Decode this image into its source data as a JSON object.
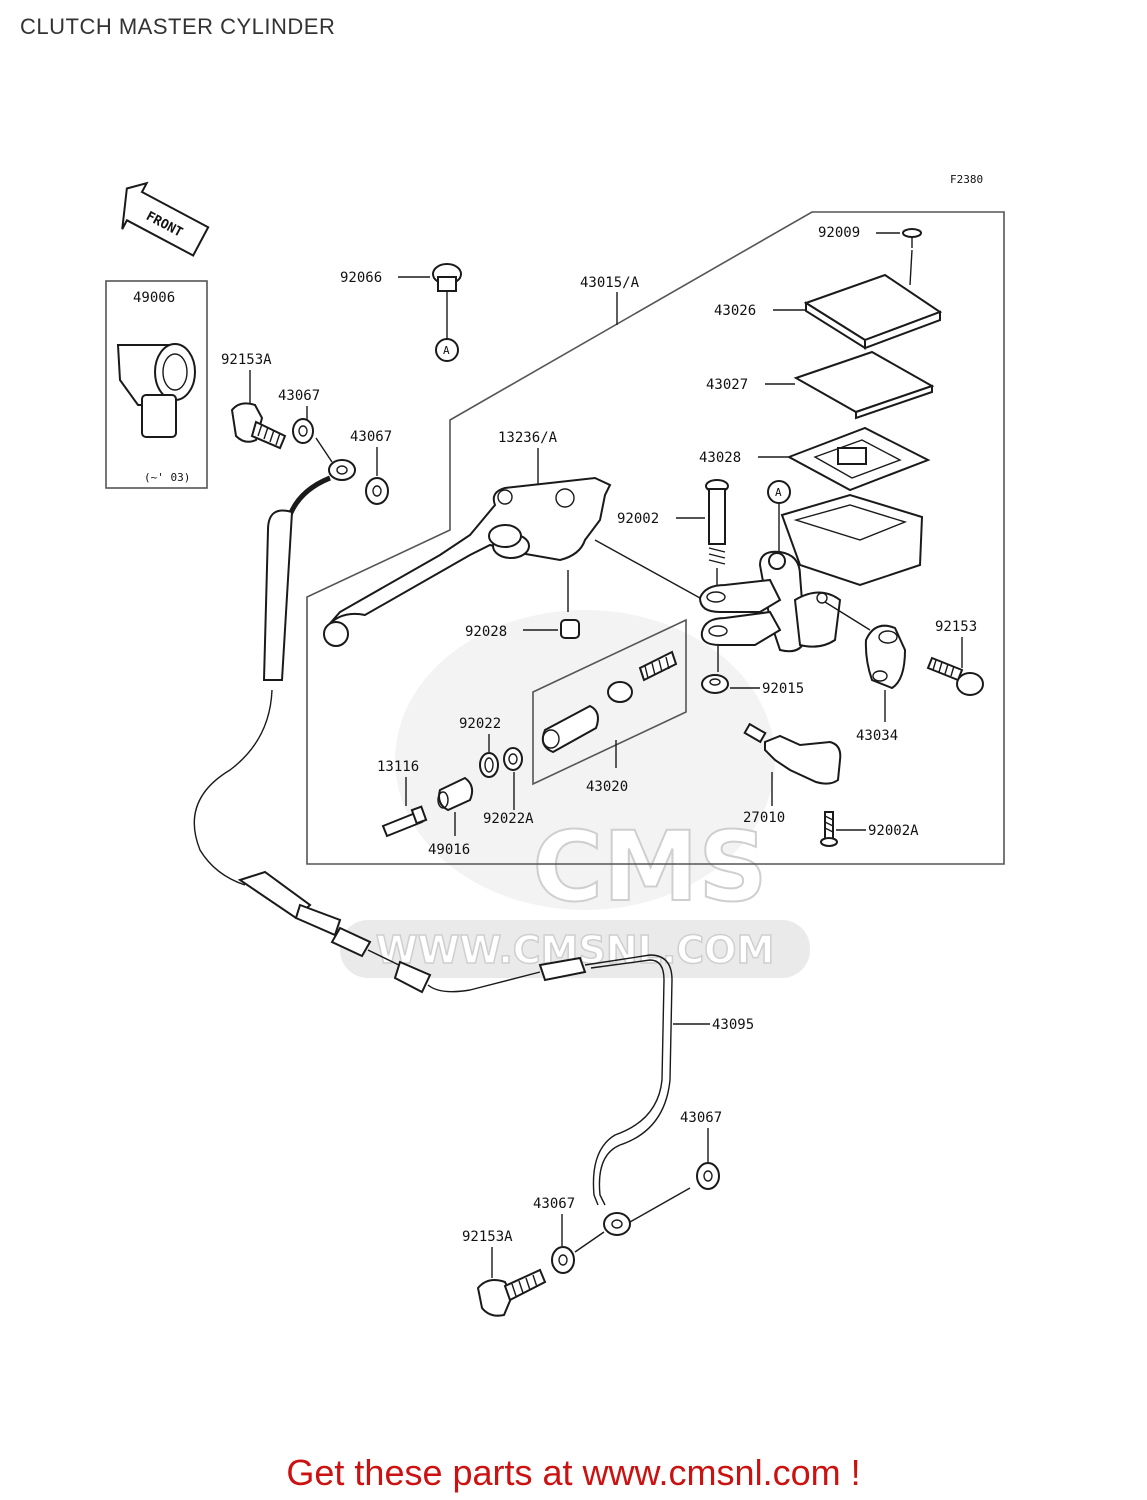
{
  "title": "CLUTCH MASTER CYLINDER",
  "figure_code": "F2380",
  "front_label": "FRONT",
  "callout_letter": "A",
  "inset_note": "(~' 03)",
  "watermark": {
    "brand": "CMS",
    "url": "WWW.CMSNL.COM"
  },
  "footer_text": "Get these parts at www.cmsnl.com !",
  "part_labels": {
    "p49006": "49006",
    "p92153A_top": "92153A",
    "p43067_a": "43067",
    "p43067_b": "43067",
    "p92066": "92066",
    "p43015A": "43015/A",
    "p92009": "92009",
    "p43026": "43026",
    "p43027": "43027",
    "p43028": "43028",
    "p13236A": "13236/A",
    "p92002": "92002",
    "p92028": "92028",
    "p92153": "92153",
    "p92015": "92015",
    "p43034": "43034",
    "p92022": "92022",
    "p13116": "13116",
    "p43020": "43020",
    "p27010": "27010",
    "p92022A": "92022A",
    "p92002A": "92002A",
    "p49016": "49016",
    "p43095": "43095",
    "p43067_c": "43067",
    "p43067_d": "43067",
    "p92153A_bottom": "92153A"
  }
}
